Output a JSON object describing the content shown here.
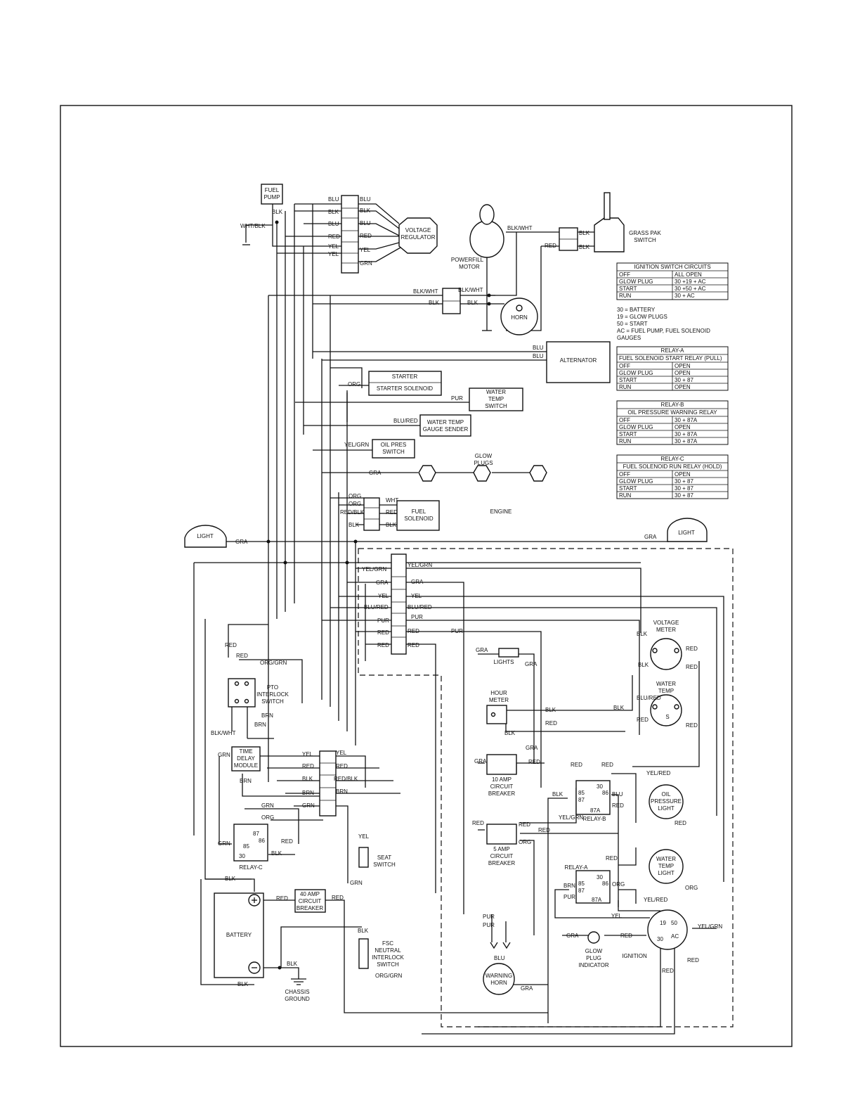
{
  "components": {
    "fuel_pump": [
      "FUEL",
      "PUMP"
    ],
    "voltage_regulator": [
      "VOLTAGE",
      "REGULATOR"
    ],
    "powerfill_motor": [
      "POWERFILL",
      "MOTOR"
    ],
    "grass_pak_switch": [
      "GRASS PAK",
      "SWITCH"
    ],
    "horn": "HORN",
    "alternator": "ALTERNATOR",
    "starter": "STARTER",
    "starter_solenoid": "STARTER SOLENOID",
    "water_temp_switch": [
      "WATER",
      "TEMP",
      "SWITCH"
    ],
    "water_temp_sender": [
      "WATER TEMP",
      "GAUGE SENDER"
    ],
    "oil_pres_switch": [
      "OIL PRES",
      "SWITCH"
    ],
    "glow_plugs": [
      "GLOW",
      "PLUGS"
    ],
    "fuel_solenoid": [
      "FUEL",
      "SOLENOID"
    ],
    "engine": "ENGINE",
    "light_left": "LIGHT",
    "light_right": "LIGHT",
    "voltage_meter": [
      "VOLTAGE",
      "METER"
    ],
    "water_temp_gauge": [
      "WATER",
      "TEMP"
    ],
    "lights_switch": "LIGHTS",
    "hour_meter": [
      "HOUR",
      "METER"
    ],
    "breaker_10": [
      "10 AMP",
      "CIRCUIT",
      "BREAKER"
    ],
    "breaker_5": [
      "5 AMP",
      "CIRCUIT",
      "BREAKER"
    ],
    "breaker_40": [
      "40 AMP",
      "CIRCUIT",
      "BREAKER"
    ],
    "relay_b": "RELAY-B",
    "relay_a": "RELAY-A",
    "relay_c": "RELAY-C",
    "oil_pressure_light": [
      "OIL",
      "PRESSURE",
      "LIGHT"
    ],
    "water_temp_light": [
      "WATER",
      "TEMP",
      "LIGHT"
    ],
    "pto_interlock": [
      "PTO",
      "INTERLOCK",
      "SWITCH"
    ],
    "time_delay": [
      "TIME",
      "DELAY",
      "MODULE"
    ],
    "seat_switch": [
      "SEAT",
      "SWITCH"
    ],
    "battery": "BATTERY",
    "chassis_ground": [
      "CHASSIS",
      "GROUND"
    ],
    "fsc_switch": [
      "FSC",
      "NEUTRAL",
      "INTERLOCK",
      "SWITCH"
    ],
    "glow_plug_indicator": [
      "GLOW",
      "PLUG",
      "INDICATOR"
    ],
    "warning_horn": [
      "WARNING",
      "HORN"
    ],
    "ignition": "IGNITION"
  },
  "terminals": {
    "ignition": [
      "19",
      "50",
      "30",
      "AC"
    ],
    "relay_b": [
      "30",
      "86",
      "85",
      "87",
      "87A"
    ],
    "relay_a": [
      "30",
      "86",
      "85",
      "87",
      "87A"
    ],
    "relay_c": [
      "87",
      "86",
      "85",
      "30"
    ],
    "water_temp": [
      "S"
    ]
  },
  "wire_labels": [
    {
      "id": "w1",
      "text": "BLU"
    },
    {
      "id": "w2",
      "text": "BLU"
    },
    {
      "id": "w3",
      "text": "BLK"
    },
    {
      "id": "w4",
      "text": "BLK"
    },
    {
      "id": "w5",
      "text": "BLU"
    },
    {
      "id": "w6",
      "text": "BLU"
    },
    {
      "id": "w7",
      "text": "RED"
    },
    {
      "id": "w8",
      "text": "RED"
    },
    {
      "id": "w9",
      "text": "YEL"
    },
    {
      "id": "w10",
      "text": "YEL"
    },
    {
      "id": "w11",
      "text": "YEL"
    },
    {
      "id": "w12",
      "text": "GRN"
    },
    {
      "id": "w13",
      "text": "BLK"
    },
    {
      "id": "w14",
      "text": "WHT/BLK"
    },
    {
      "id": "w15",
      "text": "BLK/WHT"
    },
    {
      "id": "w16",
      "text": "BLK"
    },
    {
      "id": "w17",
      "text": "RED"
    },
    {
      "id": "w18",
      "text": "BLK"
    },
    {
      "id": "w19",
      "text": "BLK/WHT"
    },
    {
      "id": "w20",
      "text": "BLK/WHT"
    },
    {
      "id": "w21",
      "text": "BLK"
    },
    {
      "id": "w22",
      "text": "BLK"
    },
    {
      "id": "w23",
      "text": "BLU"
    },
    {
      "id": "w24",
      "text": "BLU"
    },
    {
      "id": "w25",
      "text": "ORG"
    },
    {
      "id": "w26",
      "text": "PUR"
    },
    {
      "id": "w27",
      "text": "BLU/RED"
    },
    {
      "id": "w28",
      "text": "YEL/GRN"
    },
    {
      "id": "w29",
      "text": "GRA"
    },
    {
      "id": "w30",
      "text": "ORG"
    },
    {
      "id": "w31",
      "text": "ORG"
    },
    {
      "id": "w32",
      "text": "RED/BLK"
    },
    {
      "id": "w33",
      "text": "BLK"
    },
    {
      "id": "w34",
      "text": "WHT"
    },
    {
      "id": "w35",
      "text": "RED"
    },
    {
      "id": "w36",
      "text": "BLK"
    },
    {
      "id": "w37",
      "text": "GRA"
    },
    {
      "id": "w38",
      "text": "GRA"
    },
    {
      "id": "w39",
      "text": "YEL/GRN"
    },
    {
      "id": "w40",
      "text": "YEL/GRN"
    },
    {
      "id": "w41",
      "text": "GRA"
    },
    {
      "id": "w42",
      "text": "GRA"
    },
    {
      "id": "w43",
      "text": "YEL"
    },
    {
      "id": "w44",
      "text": "YEL"
    },
    {
      "id": "w45",
      "text": "BLU/RED"
    },
    {
      "id": "w46",
      "text": "BLU/RED"
    },
    {
      "id": "w47",
      "text": "PUR"
    },
    {
      "id": "w48",
      "text": "PUR"
    },
    {
      "id": "w49",
      "text": "RED"
    },
    {
      "id": "w50",
      "text": "RED"
    },
    {
      "id": "w51",
      "text": "RED"
    },
    {
      "id": "w52",
      "text": "RED"
    },
    {
      "id": "w53",
      "text": "PUR"
    },
    {
      "id": "w54",
      "text": "RED"
    },
    {
      "id": "w55",
      "text": "RED"
    },
    {
      "id": "w56",
      "text": "ORG/GRN"
    },
    {
      "id": "w57",
      "text": "BRN"
    },
    {
      "id": "w58",
      "text": "BRN"
    },
    {
      "id": "w59",
      "text": "BLK/WHT"
    },
    {
      "id": "w60",
      "text": "GRN"
    },
    {
      "id": "w61",
      "text": "BRN"
    },
    {
      "id": "w62",
      "text": "YEL"
    },
    {
      "id": "w63",
      "text": "YEL"
    },
    {
      "id": "w64",
      "text": "RED"
    },
    {
      "id": "w65",
      "text": "RED"
    },
    {
      "id": "w66",
      "text": "BLK"
    },
    {
      "id": "w67",
      "text": "RED/BLK"
    },
    {
      "id": "w68",
      "text": "BRN"
    },
    {
      "id": "w69",
      "text": "BRN"
    },
    {
      "id": "w70",
      "text": "GRN"
    },
    {
      "id": "w71",
      "text": "GRN"
    },
    {
      "id": "w72",
      "text": "ORG"
    },
    {
      "id": "w73",
      "text": "GRN"
    },
    {
      "id": "w74",
      "text": "RED"
    },
    {
      "id": "w75",
      "text": "BLK"
    },
    {
      "id": "w76",
      "text": "YEL"
    },
    {
      "id": "w77",
      "text": "GRN"
    },
    {
      "id": "w78",
      "text": "BLK"
    },
    {
      "id": "w79",
      "text": "RED"
    },
    {
      "id": "w80",
      "text": "RED"
    },
    {
      "id": "w81",
      "text": "BLK"
    },
    {
      "id": "w82",
      "text": "BLK"
    },
    {
      "id": "w83",
      "text": "BLK"
    },
    {
      "id": "w84",
      "text": "ORG/GRN"
    },
    {
      "id": "w85",
      "text": "GRA"
    },
    {
      "id": "w86",
      "text": "GRA"
    },
    {
      "id": "w87",
      "text": "BLK"
    },
    {
      "id": "w88",
      "text": "BLK"
    },
    {
      "id": "w89",
      "text": "RED"
    },
    {
      "id": "w90",
      "text": "BLK"
    },
    {
      "id": "w91",
      "text": "BLK"
    },
    {
      "id": "w92",
      "text": "BLK"
    },
    {
      "id": "w93",
      "text": "BLU/RED"
    },
    {
      "id": "w94",
      "text": "RED"
    },
    {
      "id": "w95",
      "text": "RED"
    },
    {
      "id": "w96",
      "text": "RED"
    },
    {
      "id": "w97",
      "text": "RED"
    },
    {
      "id": "w98",
      "text": "GRA"
    },
    {
      "id": "w99",
      "text": "GRA"
    },
    {
      "id": "w100",
      "text": "RED"
    },
    {
      "id": "w101",
      "text": "RED"
    },
    {
      "id": "w102",
      "text": "RED"
    },
    {
      "id": "w103",
      "text": "YEL/RED"
    },
    {
      "id": "w104",
      "text": "BLK"
    },
    {
      "id": "w105",
      "text": "BLU"
    },
    {
      "id": "w106",
      "text": "RED"
    },
    {
      "id": "w107",
      "text": "YEL/GRN"
    },
    {
      "id": "w108",
      "text": "RED"
    },
    {
      "id": "w109",
      "text": "RED"
    },
    {
      "id": "w110",
      "text": "RED"
    },
    {
      "id": "w111",
      "text": "RED"
    },
    {
      "id": "w112",
      "text": "ORG"
    },
    {
      "id": "w113",
      "text": "RED"
    },
    {
      "id": "w114",
      "text": "BRN"
    },
    {
      "id": "w115",
      "text": "ORG"
    },
    {
      "id": "w116",
      "text": "PUR"
    },
    {
      "id": "w117",
      "text": "ORG"
    },
    {
      "id": "w118",
      "text": "YEL/RED"
    },
    {
      "id": "w119",
      "text": "YEL"
    },
    {
      "id": "w120",
      "text": "YEL/GRN"
    },
    {
      "id": "w121",
      "text": "PUR"
    },
    {
      "id": "w122",
      "text": "PUR"
    },
    {
      "id": "w123",
      "text": "BLU"
    },
    {
      "id": "w124",
      "text": "GRA"
    },
    {
      "id": "w125",
      "text": "GRA"
    },
    {
      "id": "w126",
      "text": "RED"
    },
    {
      "id": "w127",
      "text": "RED"
    }
  ],
  "tables": [
    {
      "title": "IGNITION SWITCH CIRCUITS",
      "subtitle": "",
      "rows": [
        [
          "OFF",
          "ALL OPEN"
        ],
        [
          "GLOW PLUG",
          "30 +19 + AC"
        ],
        [
          "START",
          "30 +50 + AC"
        ],
        [
          "RUN",
          "30 + AC"
        ]
      ]
    },
    {
      "title": "RELAY-A",
      "subtitle": "FUEL SOLENOID START RELAY (PULL)",
      "rows": [
        [
          "OFF",
          "OPEN"
        ],
        [
          "GLOW PLUG",
          "OPEN"
        ],
        [
          "START",
          "30 + 87"
        ],
        [
          "RUN",
          "OPEN"
        ]
      ]
    },
    {
      "title": "RELAY-B",
      "subtitle": "OIL PRESSURE WARNING RELAY",
      "rows": [
        [
          "OFF",
          "30 + 87A"
        ],
        [
          "GLOW PLUG",
          "OPEN"
        ],
        [
          "START",
          "30 + 87A"
        ],
        [
          "RUN",
          "30 + 87A"
        ]
      ]
    },
    {
      "title": "RELAY-C",
      "subtitle": "FUEL SOLENOID RUN RELAY (HOLD)",
      "rows": [
        [
          "OFF",
          "OPEN"
        ],
        [
          "GLOW PLUG",
          "30 + 87"
        ],
        [
          "START",
          "30 + 87"
        ],
        [
          "RUN",
          "30 + 87"
        ]
      ]
    }
  ],
  "legend": [
    "30 = BATTERY",
    "19 = GLOW PLUGS",
    "50 = START",
    "AC = FUEL PUMP, FUEL SOLENOID",
    "GAUGES"
  ]
}
